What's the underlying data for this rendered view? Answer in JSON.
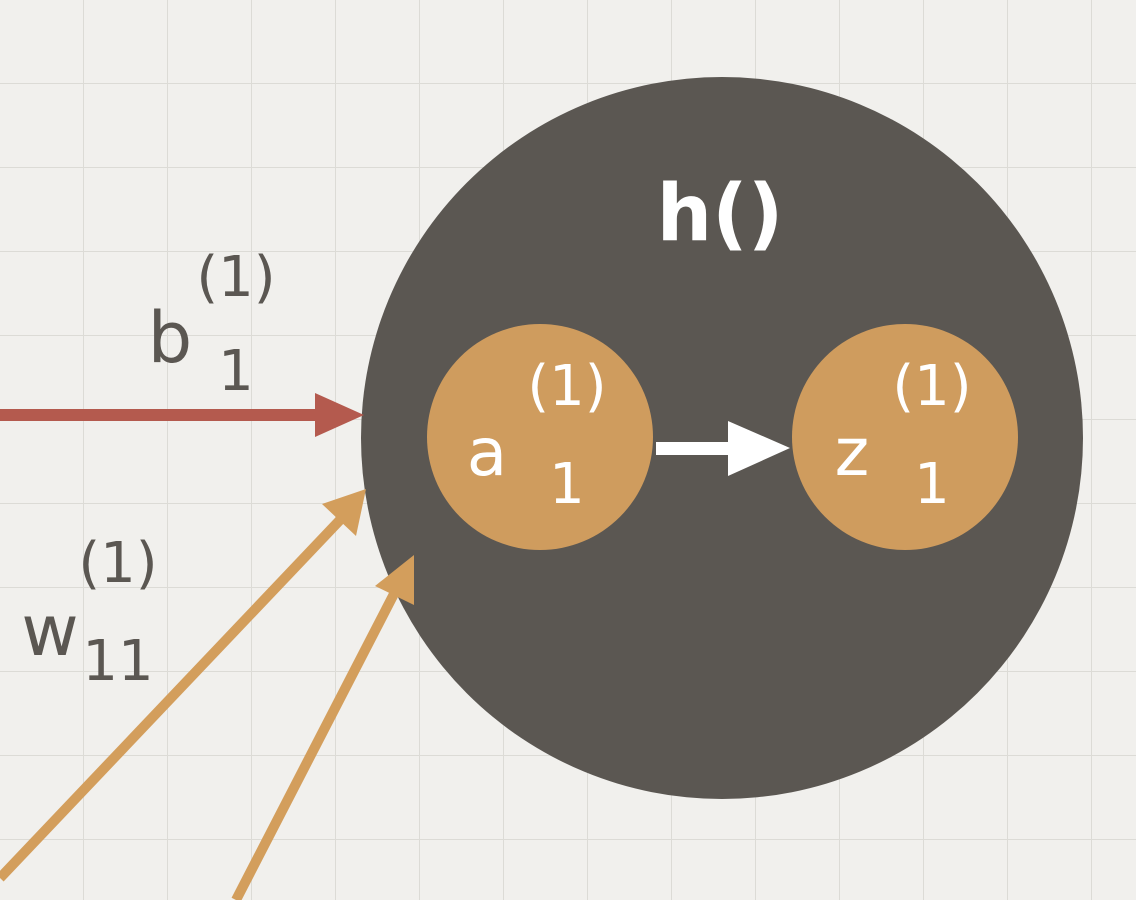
{
  "node": {
    "function_label": "h()",
    "input": {
      "letter": "a",
      "superscript": "(1)",
      "subscript": "1"
    },
    "output": {
      "letter": "z",
      "superscript": "(1)",
      "subscript": "1"
    }
  },
  "bias": {
    "letter": "b",
    "superscript": "(1)",
    "subscript": "1"
  },
  "weight": {
    "letter": "w",
    "superscript": "(1)",
    "subscript": "11"
  },
  "colors": {
    "background": "#f1f0ed",
    "grid": "#dcdbd6",
    "outer_node": "#5b5752",
    "inner_node": "#cf9c5e",
    "bias_arrow": "#b45a4e",
    "weight_arrow": "#d39e5c",
    "text_dark": "#5b5752",
    "text_light": "#ffffff"
  }
}
